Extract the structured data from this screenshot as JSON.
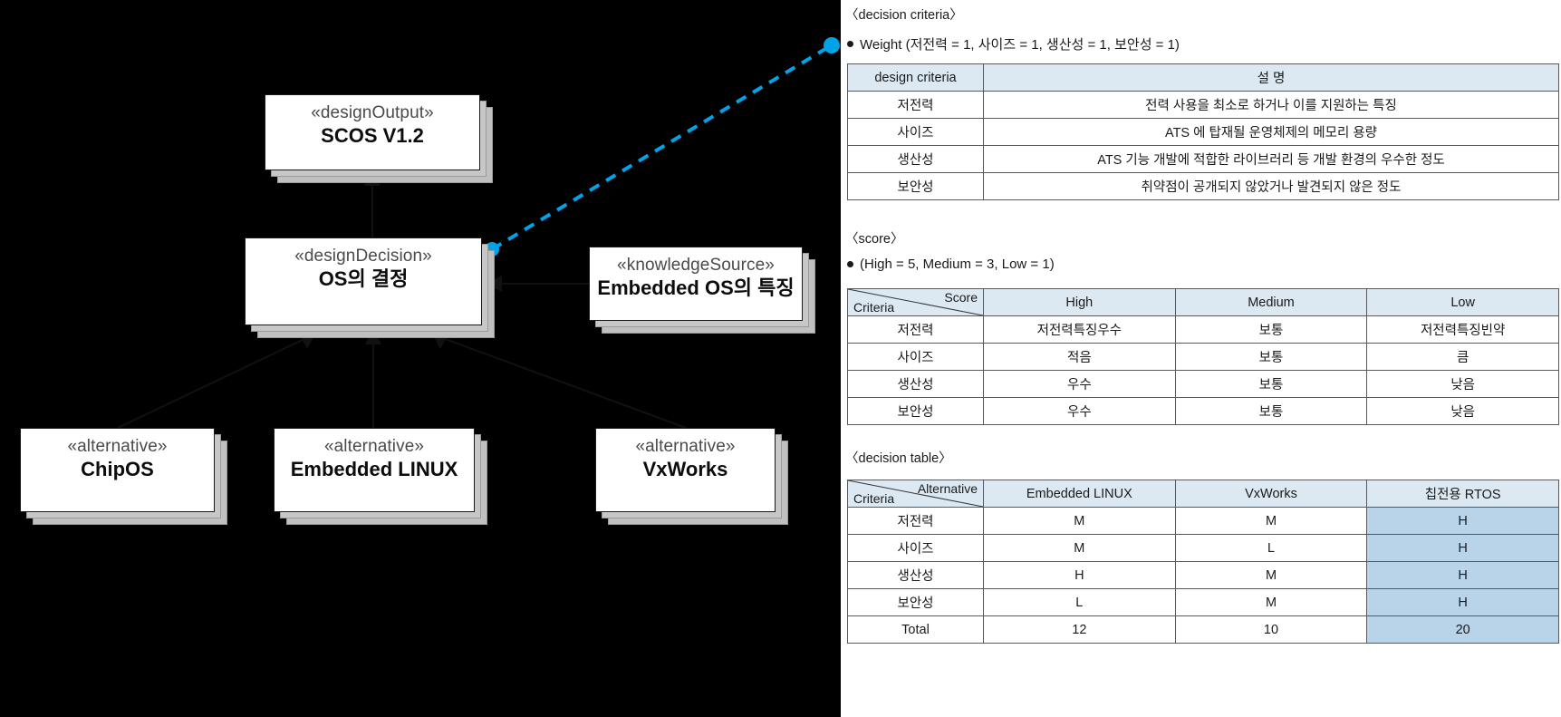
{
  "diagram": {
    "nodes": [
      {
        "id": "scos",
        "stereotype": "«designOutput»",
        "name": "SCOS V1.2"
      },
      {
        "id": "decision",
        "stereotype": "«designDecision»",
        "name": "OS의 결정"
      },
      {
        "id": "knowledge",
        "stereotype": "«knowledgeSource»",
        "name": "Embedded OS의 특징"
      },
      {
        "id": "chipos",
        "stereotype": "«alternative»",
        "name": "ChipOS"
      },
      {
        "id": "elinux",
        "stereotype": "«alternative»",
        "name": "Embedded LINUX"
      },
      {
        "id": "vxworks",
        "stereotype": "«alternative»",
        "name": "VxWorks"
      }
    ],
    "annotation_color": "#00a2e8",
    "background_color": "#000000"
  },
  "doc": {
    "criteria_section": {
      "title": "〈decision criteria〉",
      "bullet": "Weight (저전력 = 1, 사이즈 = 1, 생산성 = 1, 보안성 = 1)",
      "headers": [
        "design criteria",
        "설  명"
      ],
      "rows": [
        [
          "저전력",
          "전력 사용을 최소로 하거나 이를 지원하는 특징"
        ],
        [
          "사이즈",
          "ATS 에 탑재될 운영체제의 메모리 용량"
        ],
        [
          "생산성",
          "ATS 기능 개발에 적합한 라이브러리 등 개발 환경의 우수한 정도"
        ],
        [
          "보안성",
          "취약점이 공개되지 않았거나 발견되지 않은 정도"
        ]
      ]
    },
    "score_section": {
      "title": "〈score〉",
      "bullet": "(High = 5, Medium = 3, Low = 1)",
      "corner_top": "Score",
      "corner_bottom": "Criteria",
      "headers": [
        "High",
        "Medium",
        "Low"
      ],
      "rows": [
        {
          "criteria": "저전력",
          "values": [
            "저전력특징우수",
            "보통",
            "저전력특징빈약"
          ]
        },
        {
          "criteria": "사이즈",
          "values": [
            "적음",
            "보통",
            "큼"
          ]
        },
        {
          "criteria": "생산성",
          "values": [
            "우수",
            "보통",
            "낮음"
          ]
        },
        {
          "criteria": "보안성",
          "values": [
            "우수",
            "보통",
            "낮음"
          ]
        }
      ]
    },
    "decision_section": {
      "title": "〈decision table〉",
      "corner_top": "Alternative",
      "corner_bottom": "Criteria",
      "headers": [
        "Embedded LINUX",
        "VxWorks",
        "칩전용 RTOS"
      ],
      "highlight_column_index": 2,
      "highlight_color": "#b9d3e8",
      "rows": [
        {
          "criteria": "저전력",
          "values": [
            "M",
            "M",
            "H"
          ]
        },
        {
          "criteria": "사이즈",
          "values": [
            "M",
            "L",
            "H"
          ]
        },
        {
          "criteria": "생산성",
          "values": [
            "H",
            "M",
            "H"
          ]
        },
        {
          "criteria": "보안성",
          "values": [
            "L",
            "M",
            "H"
          ]
        },
        {
          "criteria": "Total",
          "values": [
            "12",
            "10",
            "20"
          ]
        }
      ]
    }
  }
}
